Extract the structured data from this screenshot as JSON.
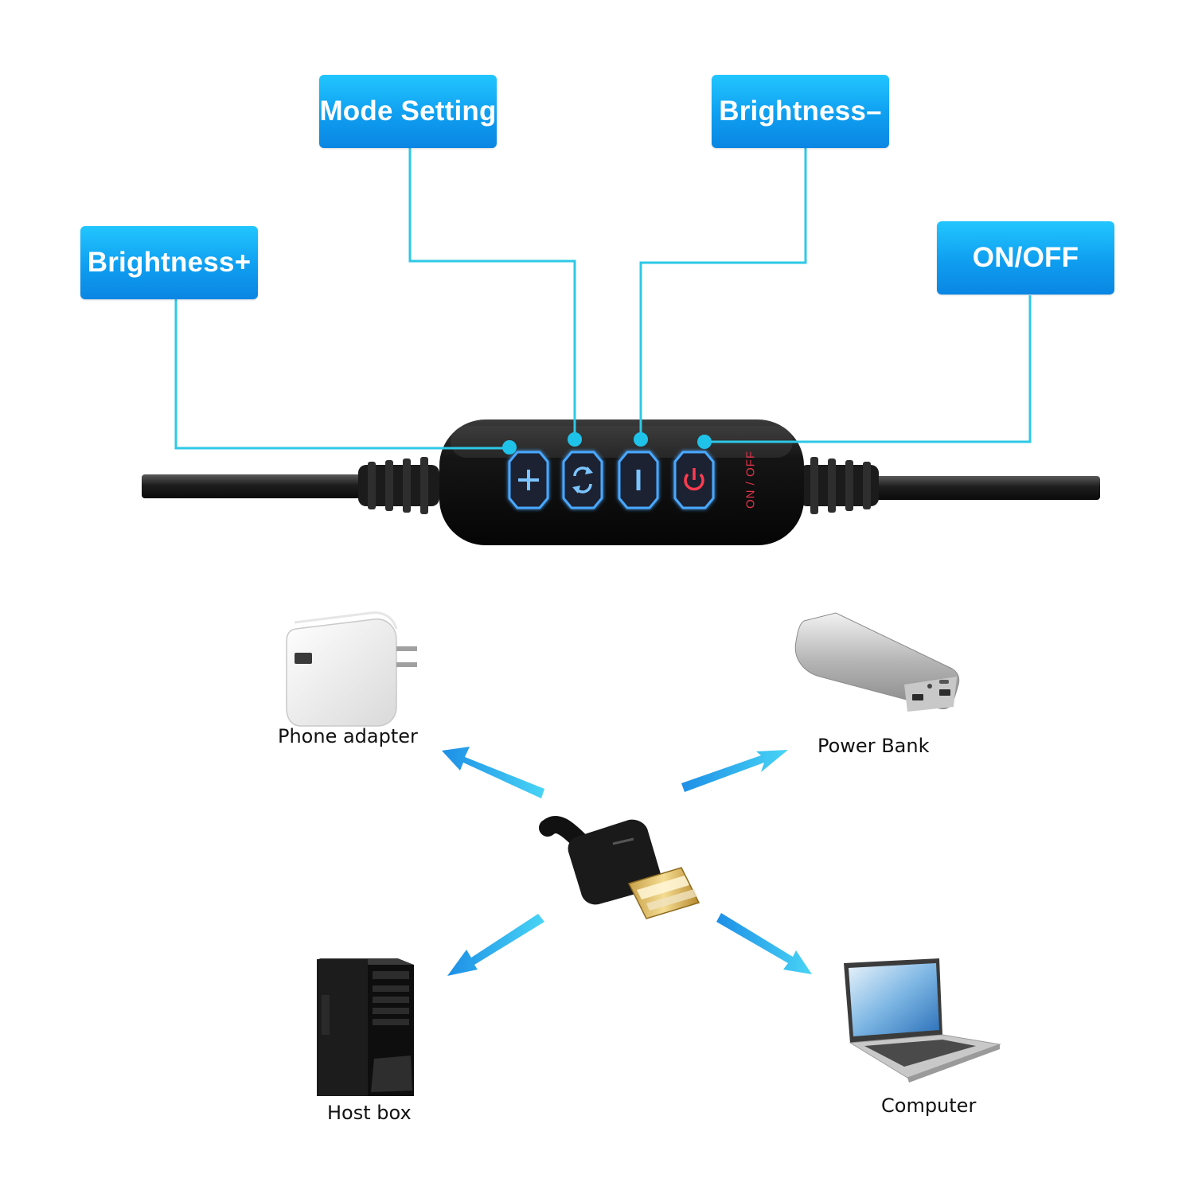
{
  "callouts": {
    "mode_setting": "Mode Setting",
    "brightness_minus": "Brightness–",
    "brightness_plus": "Brightness+",
    "on_off": "ON/OFF"
  },
  "controller": {
    "onoff_print": "ON / OFF",
    "buttons": [
      "plus-icon",
      "cycle-icon",
      "minus-icon",
      "power-icon"
    ]
  },
  "devices": {
    "phone_adapter": "Phone adapter",
    "power_bank": "Power Bank",
    "host_box": "Host box",
    "computer": "Computer"
  },
  "colors": {
    "accent": "#12aaf0",
    "leader_line": "#2ec8e6",
    "button_glow": "#4aa8ff",
    "power_red": "#e0344a",
    "arrow": "#1a9fe8"
  }
}
